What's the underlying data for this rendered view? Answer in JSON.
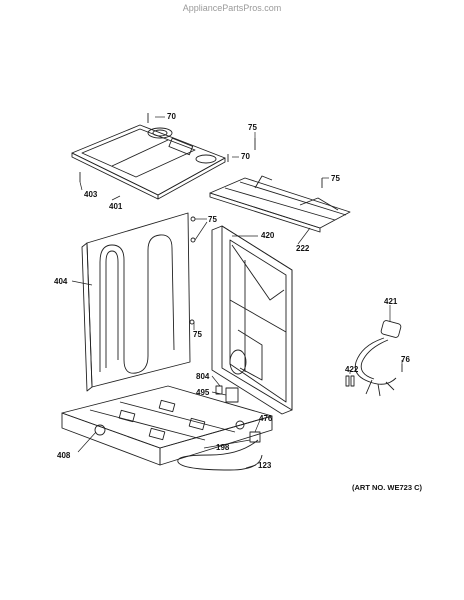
{
  "watermark": "AppliancePartsPros.com",
  "art_number": "(ART NO. WE723 C)",
  "parts": [
    {
      "id": "p70a",
      "label": "70"
    },
    {
      "id": "p75a",
      "label": "75"
    },
    {
      "id": "p70b",
      "label": "70"
    },
    {
      "id": "p75b",
      "label": "75"
    },
    {
      "id": "p403",
      "label": "403"
    },
    {
      "id": "p401",
      "label": "401"
    },
    {
      "id": "p75c",
      "label": "75"
    },
    {
      "id": "p420",
      "label": "420"
    },
    {
      "id": "p222",
      "label": "222"
    },
    {
      "id": "p404",
      "label": "404"
    },
    {
      "id": "p421",
      "label": "421"
    },
    {
      "id": "p75d",
      "label": "75"
    },
    {
      "id": "p76",
      "label": "76"
    },
    {
      "id": "p422",
      "label": "422"
    },
    {
      "id": "p804",
      "label": "804"
    },
    {
      "id": "p495",
      "label": "495"
    },
    {
      "id": "p476",
      "label": "476"
    },
    {
      "id": "p408",
      "label": "408"
    },
    {
      "id": "p198",
      "label": "198"
    },
    {
      "id": "p123",
      "label": "123"
    }
  ]
}
